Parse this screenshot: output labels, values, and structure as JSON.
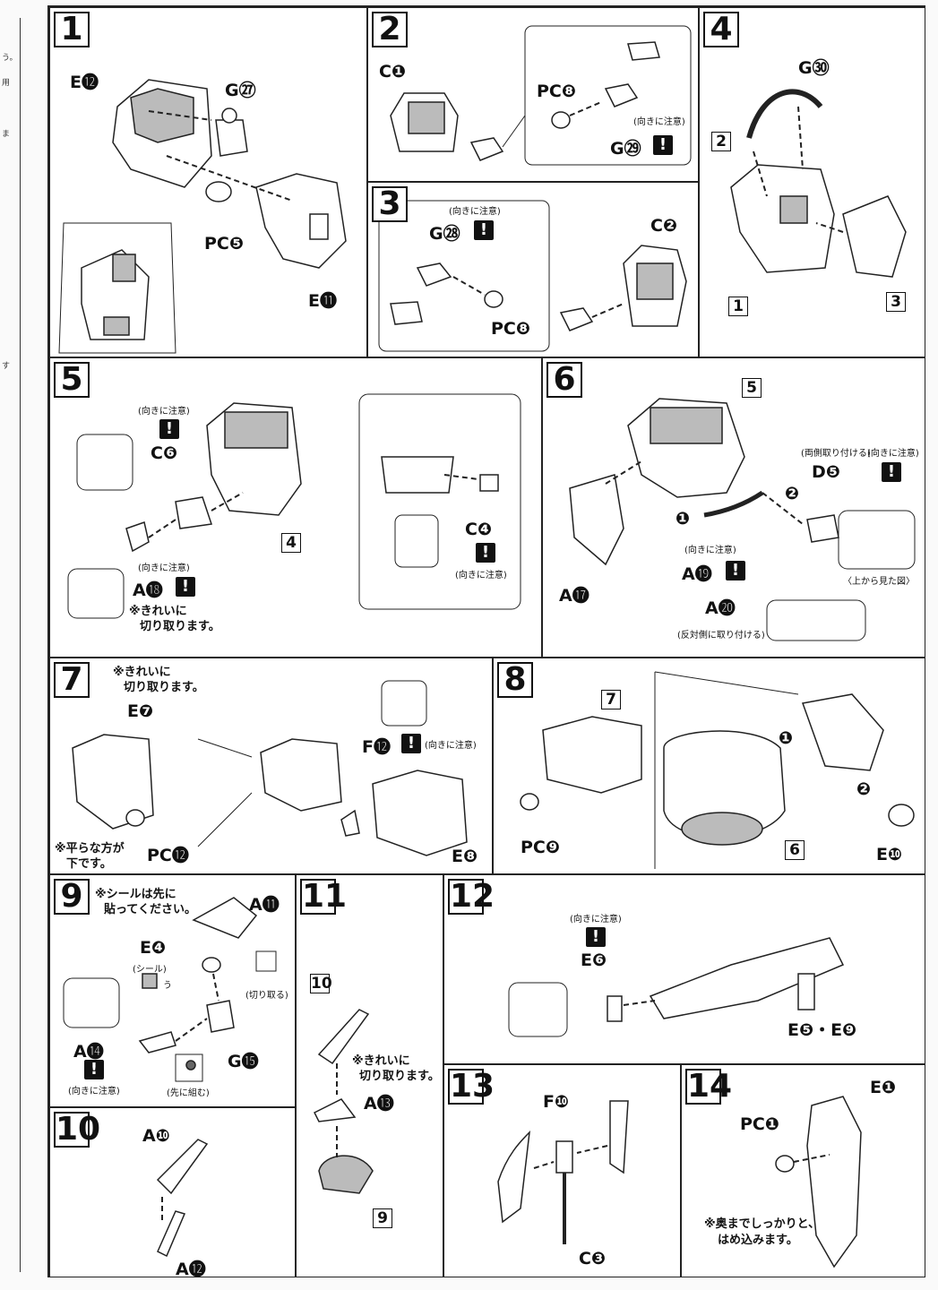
{
  "left_strip": {
    "marks": [
      "う。",
      "用",
      "ま",
      "す"
    ]
  },
  "steps": {
    "s1": {
      "num": "1",
      "parts": [
        "E⓬",
        "G㉗",
        "PC❺",
        "E⓫"
      ]
    },
    "s2": {
      "num": "2",
      "parts": [
        "C❶",
        "PC❽",
        "G㉙"
      ],
      "note": "(向きに注意)"
    },
    "s3": {
      "num": "3",
      "parts": [
        "G㉘",
        "C❷",
        "PC❽"
      ],
      "note": "(向きに注意)"
    },
    "s4": {
      "num": "4",
      "parts": [
        "G㉚"
      ],
      "refs": [
        "2",
        "1",
        "3"
      ]
    },
    "s5": {
      "num": "5",
      "parts": [
        "C❻",
        "C❹",
        "A⓲"
      ],
      "note": "(向きに注意)",
      "cut": [
        "※きれいに",
        "切り取ります。"
      ],
      "ref": "4"
    },
    "s6": {
      "num": "6",
      "parts": [
        "D❺",
        "A⓳",
        "A⓴",
        "A⓱"
      ],
      "ref": "5",
      "notes": {
        "both": "(両側取り付ける)",
        "dir": "(向きに注意)",
        "opp": "(反対側に取り付ける)",
        "topview": "〈上から見た図〉"
      },
      "order": [
        "❶",
        "❷"
      ]
    },
    "s7": {
      "num": "7",
      "parts": [
        "E❼",
        "F⓬",
        "PC⓬",
        "E❽"
      ],
      "note": "(向きに注意)",
      "cut": [
        "※きれいに",
        "切り取ります。"
      ],
      "flat": [
        "※平らな方が",
        "下です。"
      ]
    },
    "s8": {
      "num": "8",
      "parts": [
        "PC❾",
        "E❿"
      ],
      "refs": [
        "7",
        "6"
      ],
      "order": [
        "❶",
        "❷"
      ]
    },
    "s9": {
      "num": "9",
      "parts": [
        "A⓫",
        "E❹",
        "A⓮",
        "G⓯"
      ],
      "seal_first": [
        "※シールは先に",
        "貼ってください。"
      ],
      "seal": "(シール)",
      "seal_mark": "う",
      "cutoff": "(切り取る)",
      "note": "(向きに注意)",
      "assemble": "(先に組む)"
    },
    "s10": {
      "num": "10",
      "parts": [
        "A❿",
        "A⓬"
      ]
    },
    "s11": {
      "num": "11",
      "parts": [
        "A⓭"
      ],
      "refs": [
        "10",
        "9"
      ],
      "cut": [
        "※きれいに",
        "切り取ります。"
      ]
    },
    "s12": {
      "num": "12",
      "parts": [
        "E❻",
        "E❺・E❾"
      ],
      "note": "(向きに注意)"
    },
    "s13": {
      "num": "13",
      "parts": [
        "F❿",
        "C❸"
      ]
    },
    "s14": {
      "num": "14",
      "parts": [
        "E❶",
        "PC❶"
      ],
      "press": [
        "※奥までしっかりと、",
        "はめ込みます。"
      ]
    }
  },
  "warn_symbol": "!"
}
